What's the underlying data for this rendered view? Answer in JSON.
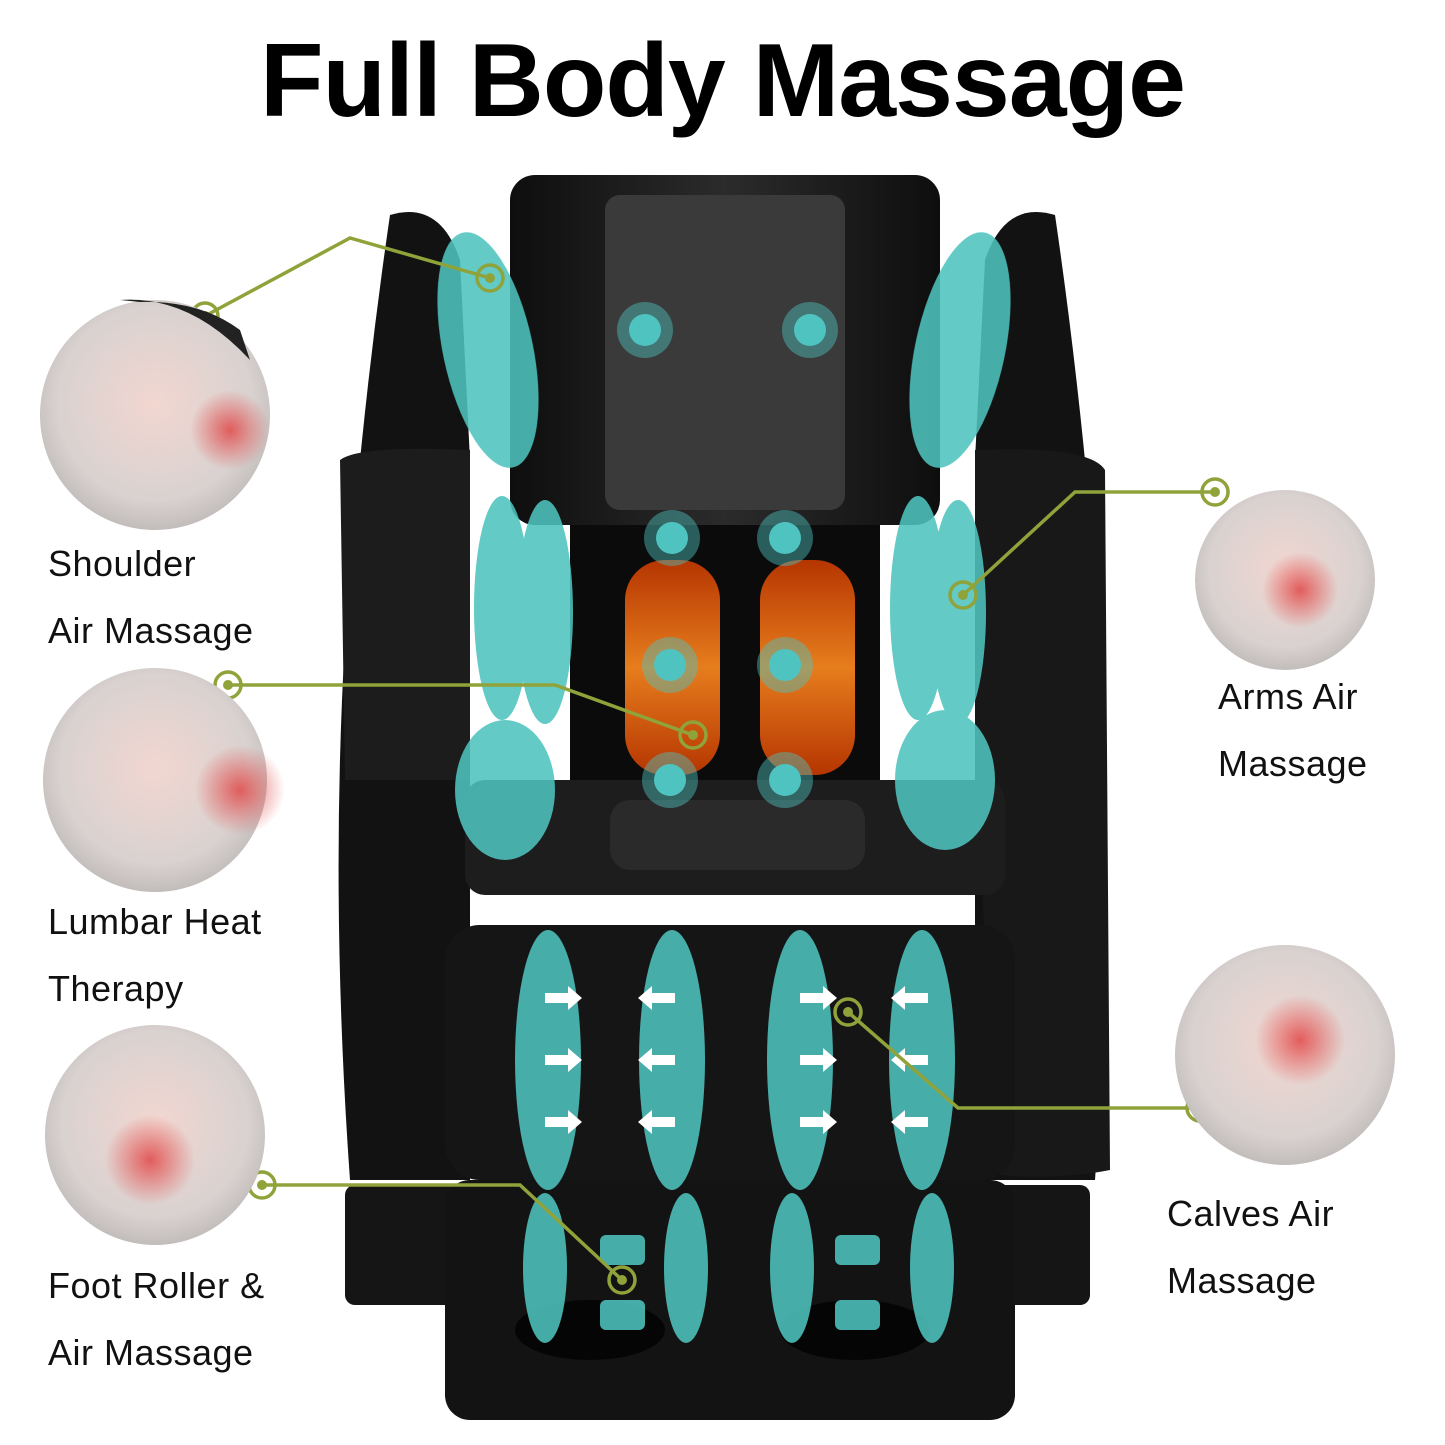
{
  "title": "Full Body Massage",
  "accent_color": "#8fa33a",
  "airbag_color": "#4fc3bf",
  "heat_color": "#ff7a1a",
  "chair_color": "#1b1b1b",
  "features": [
    {
      "id": "shoulder",
      "line1": "Shoulder",
      "line2": "Air Massage",
      "icon": "neck-pain-photo"
    },
    {
      "id": "lumbar",
      "line1": "Lumbar Heat",
      "line2": "Therapy",
      "icon": "lower-back-pain-photo"
    },
    {
      "id": "foot",
      "line1": "Foot Roller &",
      "line2": "Air Massage",
      "icon": "foot-pain-photo"
    },
    {
      "id": "arms",
      "line1": "Arms Air",
      "line2": "Massage",
      "icon": "arm-pain-photo"
    },
    {
      "id": "calves",
      "line1": "Calves Air",
      "line2": "Massage",
      "icon": "calf-pain-photo"
    }
  ]
}
